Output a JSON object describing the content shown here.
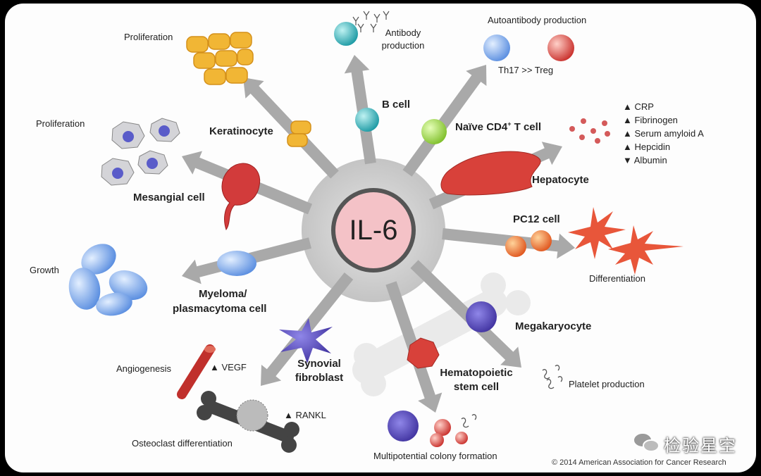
{
  "center": {
    "label": "IL-6"
  },
  "cells": {
    "b_cell": "B cell",
    "naive_t_pre": "Naïve CD4",
    "naive_t_sup": "+",
    "naive_t_post": " T cell",
    "keratinocyte": "Keratinocyte",
    "mesangial": "Mesangial cell",
    "hepatocyte": "Hepatocyte",
    "pc12": "PC12 cell",
    "myeloma_1": "Myeloma/",
    "myeloma_2": "plasmacytoma cell",
    "synovial_1": "Synovial",
    "synovial_2": "fibroblast",
    "megakaryocyte": "Megakaryocyte",
    "hsc_1": "Hematopoietic",
    "hsc_2": "stem cell"
  },
  "outcomes": {
    "proliferation_top": "Proliferation",
    "proliferation_left": "Proliferation",
    "antibody_1": "Antibody",
    "antibody_2": "production",
    "autoantibody": "Autoantibody production",
    "th17": "Th17 >> Treg",
    "growth": "Growth",
    "differentiation": "Differentiation",
    "angiogenesis": "Angiogenesis",
    "vegf": "▲ VEGF",
    "rankl": "▲ RANKL",
    "osteoclast": "Osteoclast differentiation",
    "platelet": "Platelet production",
    "multipotential": "Multipotential colony formation"
  },
  "hepatocyte_markers": [
    "▲ CRP",
    "▲ Fibrinogen",
    "▲ Serum amyloid A",
    "▲ Hepcidin",
    "▼ Albumin"
  ],
  "copyright": "© 2014 American Association for Cancer Research",
  "watermark": "检验星空",
  "colors": {
    "background": "#fdfdfd",
    "halo": "#cfcfcf",
    "arrow": "#a9a9a9",
    "center_fill": "#f4c2c7",
    "center_ring": "#555555"
  }
}
